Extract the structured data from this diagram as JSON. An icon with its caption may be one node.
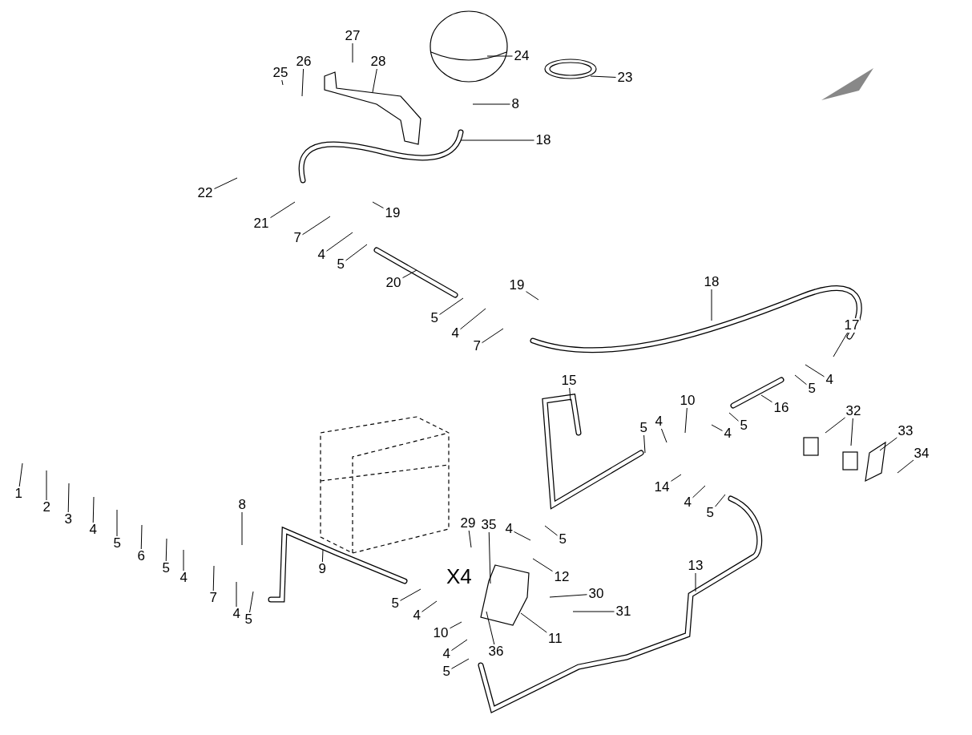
{
  "diagram": {
    "nodes": [
      {
        "text": [
          "27"
        ]
      },
      {
        "text": [
          "25"
        ]
      },
      {
        "text": [
          "26"
        ]
      },
      {
        "text": [
          "28"
        ]
      },
      {
        "text": [
          "24"
        ]
      },
      {
        "text": [
          "23"
        ]
      },
      {
        "text": [
          "8"
        ]
      },
      {
        "text": [
          "18"
        ]
      },
      {
        "text": [
          "22"
        ]
      },
      {
        "text": [
          "19"
        ]
      },
      {
        "text": [
          "21"
        ]
      },
      {
        "text": [
          "7"
        ]
      },
      {
        "text": [
          "4"
        ]
      },
      {
        "text": [
          "5"
        ]
      },
      {
        "text": [
          "20"
        ]
      },
      {
        "text": [
          "19"
        ]
      },
      {
        "text": [
          "18"
        ]
      },
      {
        "text": [
          "5"
        ]
      },
      {
        "text": [
          "4"
        ]
      },
      {
        "text": [
          "7"
        ]
      },
      {
        "text": [
          "17"
        ]
      },
      {
        "text": [
          "5"
        ]
      },
      {
        "text": [
          "4"
        ]
      },
      {
        "text": [
          "15"
        ]
      },
      {
        "text": [
          "10"
        ]
      },
      {
        "text": [
          "16"
        ]
      },
      {
        "text": [
          "5"
        ]
      },
      {
        "text": [
          "4"
        ]
      },
      {
        "text": [
          "4"
        ]
      },
      {
        "text": [
          "5"
        ]
      },
      {
        "text": [
          "32"
        ]
      },
      {
        "text": [
          "33"
        ]
      },
      {
        "text": [
          "34"
        ]
      },
      {
        "text": [
          "1"
        ]
      },
      {
        "text": [
          "2"
        ]
      },
      {
        "text": [
          "3"
        ]
      },
      {
        "text": [
          "4"
        ]
      },
      {
        "text": [
          "5"
        ]
      },
      {
        "text": [
          "6"
        ]
      },
      {
        "text": [
          "5"
        ]
      },
      {
        "text": [
          "4"
        ]
      },
      {
        "text": [
          "7"
        ]
      },
      {
        "text": [
          "8"
        ]
      },
      {
        "text": [
          "4"
        ]
      },
      {
        "text": [
          "5"
        ]
      },
      {
        "text": [
          "9"
        ]
      },
      {
        "text": [
          "14"
        ]
      },
      {
        "text": [
          "4"
        ]
      },
      {
        "text": [
          "5"
        ]
      },
      {
        "text": [
          "4"
        ]
      },
      {
        "text": [
          "5"
        ]
      },
      {
        "text": [
          "29"
        ]
      },
      {
        "text": [
          "35"
        ]
      },
      {
        "text": [
          "12"
        ]
      },
      {
        "text": [
          "13"
        ]
      },
      {
        "text": [
          "30"
        ]
      },
      {
        "text": [
          "5"
        ]
      },
      {
        "text": [
          "4"
        ]
      },
      {
        "text": [
          "10"
        ]
      },
      {
        "text": [
          "31"
        ]
      },
      {
        "text": [
          "11"
        ]
      },
      {
        "text": [
          "4"
        ]
      },
      {
        "text": [
          "36"
        ]
      },
      {
        "text": [
          "5"
        ]
      }
    ],
    "edges": [
      {
        "from": 0,
        "to": null,
        "arrow": "none"
      },
      {
        "from": 1,
        "to": null,
        "arrow": "none"
      },
      {
        "from": 2,
        "to": null,
        "arrow": "none"
      },
      {
        "from": 3,
        "to": null,
        "arrow": "none"
      },
      {
        "from": 4,
        "to": null,
        "arrow": "none"
      },
      {
        "from": 5,
        "to": null,
        "arrow": "none"
      },
      {
        "from": 6,
        "to": null,
        "arrow": "none"
      },
      {
        "from": 7,
        "to": null,
        "arrow": "none"
      },
      {
        "from": 8,
        "to": null,
        "arrow": "none"
      },
      {
        "from": 9,
        "to": null,
        "arrow": "none"
      },
      {
        "from": 10,
        "to": null,
        "arrow": "none"
      },
      {
        "from": 11,
        "to": null,
        "arrow": "none"
      },
      {
        "from": 12,
        "to": null,
        "arrow": "none"
      },
      {
        "from": 13,
        "to": null,
        "arrow": "none"
      },
      {
        "from": 14,
        "to": null,
        "arrow": "none"
      },
      {
        "from": 15,
        "to": null,
        "arrow": "none"
      },
      {
        "from": 16,
        "to": null,
        "arrow": "none"
      },
      {
        "from": 17,
        "to": null,
        "arrow": "none"
      },
      {
        "from": 18,
        "to": null,
        "arrow": "none"
      },
      {
        "from": 19,
        "to": null,
        "arrow": "none"
      },
      {
        "from": 20,
        "to": null,
        "arrow": "none"
      },
      {
        "from": 21,
        "to": null,
        "arrow": "none"
      },
      {
        "from": 22,
        "to": null,
        "arrow": "none"
      },
      {
        "from": 23,
        "to": null,
        "arrow": "none"
      },
      {
        "from": 24,
        "to": null,
        "arrow": "none"
      },
      {
        "from": 25,
        "to": null,
        "arrow": "none"
      },
      {
        "from": 26,
        "to": null,
        "arrow": "none"
      },
      {
        "from": 27,
        "to": null,
        "arrow": "none"
      },
      {
        "from": 28,
        "to": null,
        "arrow": "none"
      },
      {
        "from": 29,
        "to": null,
        "arrow": "none"
      },
      {
        "from": 30,
        "to": null,
        "arrow": "none"
      },
      {
        "from": 30,
        "to": null,
        "arrow": "none"
      },
      {
        "from": 31,
        "to": null,
        "arrow": "none"
      },
      {
        "from": 32,
        "to": null,
        "arrow": "none"
      },
      {
        "from": 33,
        "to": null,
        "arrow": "none"
      },
      {
        "from": 34,
        "to": null,
        "arrow": "none"
      },
      {
        "from": 35,
        "to": null,
        "arrow": "none"
      },
      {
        "from": 36,
        "to": null,
        "arrow": "none"
      },
      {
        "from": 37,
        "to": null,
        "arrow": "none"
      },
      {
        "from": 38,
        "to": null,
        "arrow": "none"
      },
      {
        "from": 39,
        "to": null,
        "arrow": "none"
      },
      {
        "from": 40,
        "to": null,
        "arrow": "none"
      },
      {
        "from": 41,
        "to": null,
        "arrow": "none"
      },
      {
        "from": 42,
        "to": null,
        "arrow": "none"
      },
      {
        "from": 43,
        "to": null,
        "arrow": "none"
      },
      {
        "from": 44,
        "to": null,
        "arrow": "none"
      },
      {
        "from": 45,
        "to": null,
        "arrow": "none"
      },
      {
        "from": 46,
        "to": null,
        "arrow": "none"
      },
      {
        "from": 47,
        "to": null,
        "arrow": "none"
      },
      {
        "from": 48,
        "to": null,
        "arrow": "none"
      },
      {
        "from": 49,
        "to": null,
        "arrow": "none"
      },
      {
        "from": 50,
        "to": null,
        "arrow": "none"
      },
      {
        "from": 51,
        "to": null,
        "arrow": "none"
      },
      {
        "from": 52,
        "to": null,
        "arrow": "none"
      },
      {
        "from": 53,
        "to": null,
        "arrow": "none"
      },
      {
        "from": 54,
        "to": null,
        "arrow": "none"
      },
      {
        "from": 55,
        "to": null,
        "arrow": "none"
      },
      {
        "from": 56,
        "to": null,
        "arrow": "none"
      },
      {
        "from": 57,
        "to": null,
        "arrow": "none"
      },
      {
        "from": 58,
        "to": null,
        "arrow": "none"
      },
      {
        "from": 59,
        "to": null,
        "arrow": "none"
      },
      {
        "from": 60,
        "to": null,
        "arrow": "none"
      },
      {
        "from": 61,
        "to": null,
        "arrow": "none"
      },
      {
        "from": 62,
        "to": null,
        "arrow": "none"
      },
      {
        "from": 63,
        "to": null,
        "arrow": "none"
      }
    ],
    "labels": [
      "X4"
    ]
  }
}
